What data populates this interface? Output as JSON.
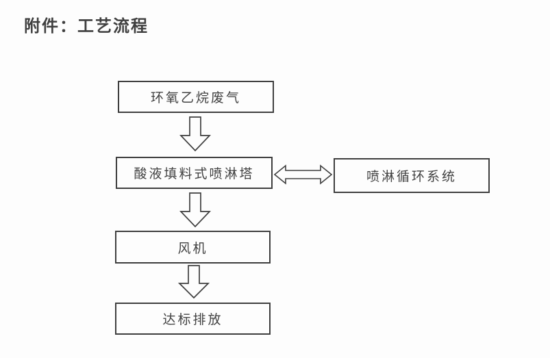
{
  "page": {
    "title": "附件：工艺流程"
  },
  "diagram": {
    "nodes": [
      {
        "id": "waste-gas",
        "label": "环氧乙烷废气"
      },
      {
        "id": "spray-tower",
        "label": "酸液填料式喷淋塔"
      },
      {
        "id": "spray-circulation",
        "label": "喷淋循环系统"
      },
      {
        "id": "fan",
        "label": "风机"
      },
      {
        "id": "discharge",
        "label": "达标排放"
      }
    ],
    "edges": [
      {
        "from": "waste-gas",
        "to": "spray-tower",
        "type": "down-block-arrow"
      },
      {
        "from": "spray-tower",
        "to": "spray-circulation",
        "type": "double-headed-block-arrow"
      },
      {
        "from": "spray-tower",
        "to": "fan",
        "type": "down-block-arrow"
      },
      {
        "from": "fan",
        "to": "discharge",
        "type": "down-block-arrow"
      }
    ],
    "colors": {
      "line": "#3e3e3e",
      "text": "#424242",
      "background": "#fdfdfd"
    }
  }
}
